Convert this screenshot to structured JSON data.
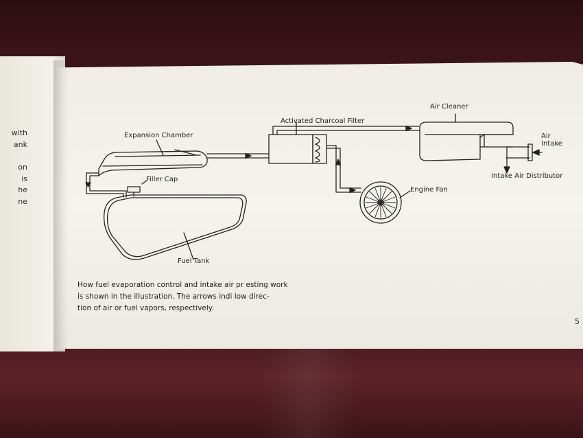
{
  "left_page": {
    "fragments": [
      "with",
      "ank",
      "on",
      "is",
      "he",
      "ne"
    ]
  },
  "diagram": {
    "labels": {
      "expansion_chamber": "Expansion Chamber",
      "activated_charcoal_filter": "Activated Charcoal Filter",
      "air_cleaner": "Air Cleaner",
      "air_intake_1": "Air",
      "air_intake_2": "Intake",
      "intake_air_distributor": "Intake Air Distributor",
      "filler_cap": "Filler Cap",
      "engine_fan": "Engine Fan",
      "fuel_tank": "Fuel Tank"
    }
  },
  "caption": {
    "lines": [
      "How fuel evaporation control and intake air pr      esting work",
      "is shown in the illustration. The arrows indi        low direc-",
      "tion of air or fuel vapors, respectively."
    ]
  },
  "page_number": "5",
  "colors": {
    "paper": "#f1efe8",
    "ink": "#232323",
    "leather": "#5e2328"
  }
}
